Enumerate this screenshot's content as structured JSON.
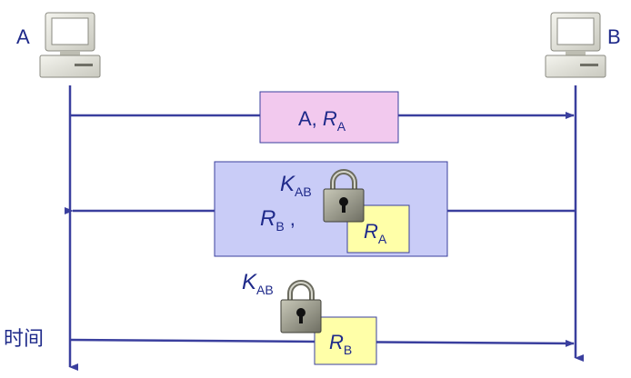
{
  "party_a": {
    "label": "A"
  },
  "party_b": {
    "label": "B"
  },
  "message1": {
    "text": "A, ",
    "nonce": "R",
    "nonce_sub": "A"
  },
  "message2": {
    "key": "K",
    "key_sub": "AB",
    "nonce_b": "R",
    "nonce_b_sub": "B",
    "separator": ",",
    "locked": "R",
    "locked_sub": "A"
  },
  "message3": {
    "key": "K",
    "key_sub": "AB",
    "locked": "R",
    "locked_sub": "B"
  },
  "time_axis": {
    "label": "时间"
  },
  "colors": {
    "line": "#3a3f9e",
    "msg1_fill": "#f2c9ee",
    "msg2_fill": "#c9ccf7",
    "locked_fill": "#ffffa8",
    "lock_body": "#9a9a8a"
  }
}
